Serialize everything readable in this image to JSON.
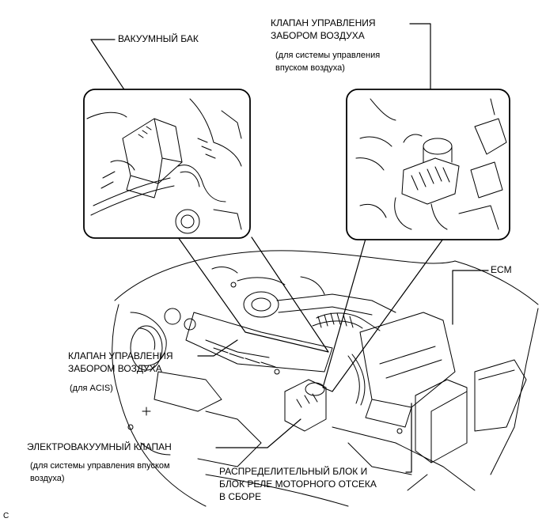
{
  "labels": {
    "vacuum_tank": "ВАКУУМНЫЙ БАК",
    "intake_valve_1_line1": "КЛАПАН УПРАВЛЕНИЯ",
    "intake_valve_1_line2": "ЗАБОРОМ ВОЗДУХА",
    "intake_valve_1_note_line1": "(для системы управления",
    "intake_valve_1_note_line2": "впуском воздуха)",
    "ecm": "ECM",
    "intake_valve_2_line1": "КЛАПАН УПРАВЛЕНИЯ",
    "intake_valve_2_line2": "ЗАБОРОМ ВОЗДУХА",
    "intake_valve_2_note": "(для ACIS)",
    "vsv_line1": "ЭЛЕКТРОВАКУУМНЫЙ КЛАПАН",
    "vsv_note_line1": "(для системы управления впуском",
    "vsv_note_line2": "воздуха)",
    "junction_line1": "РАСПРЕДЕЛИТЕЛЬНЫЙ БЛОК И",
    "junction_line2": "БЛОК РЕЛЕ МОТОРНОГО ОТСЕКА",
    "junction_line3": "В СБОРЕ",
    "figure_code": "C"
  }
}
